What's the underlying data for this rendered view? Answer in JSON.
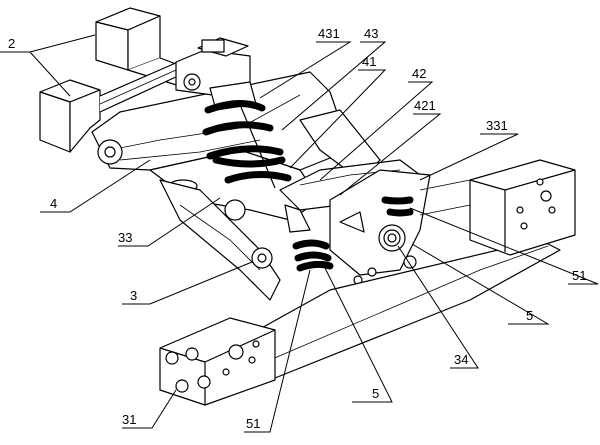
{
  "labels": {
    "l2": "2",
    "l431": "431",
    "l43": "43",
    "l41": "41",
    "l42": "42",
    "l421": "421",
    "l331": "331",
    "l4": "4",
    "l33": "33",
    "l3": "3",
    "l51a": "51",
    "l5a": "5",
    "l34": "34",
    "l5b": "5",
    "l31": "31",
    "l51b": "51"
  }
}
